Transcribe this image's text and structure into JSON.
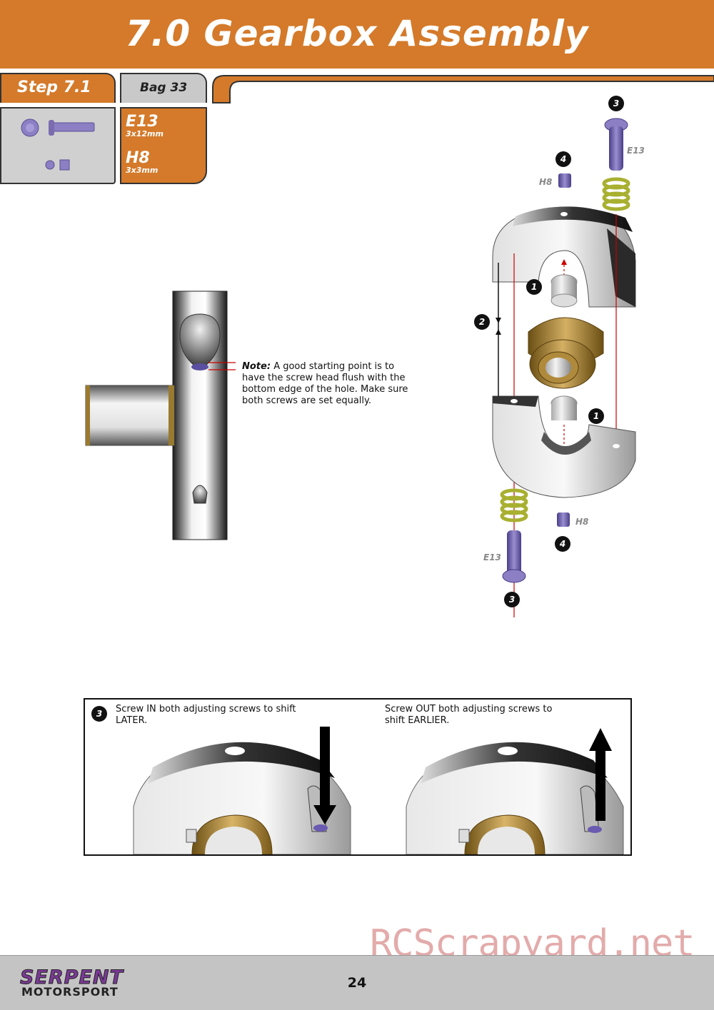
{
  "header": {
    "title": "7.0 Gearbox Assembly"
  },
  "step": {
    "label": "Step 7.1",
    "bag": "Bag 33"
  },
  "parts": [
    {
      "code": "E13",
      "size": "3x12mm"
    },
    {
      "code": "H8",
      "size": "3x3mm"
    }
  ],
  "diagram": {
    "callouts": [
      "3",
      "4",
      "1",
      "2",
      "1",
      "4",
      "3"
    ],
    "part_labels": [
      "E13",
      "H8",
      "H8",
      "E13"
    ]
  },
  "note": {
    "label": "Note:",
    "text": "A good starting point is to have the screw head flush with the bottom edge of the hole. Make sure both screws are set equally."
  },
  "panel": {
    "badge": "3",
    "left_text": "Screw IN both adjusting screws to shift LATER.",
    "right_text": "Screw OUT both adjusting screws to shift EARLIER."
  },
  "footer": {
    "brand_top": "SERPENT",
    "brand_bottom": "MOTORSPORT",
    "page_number": "24"
  },
  "watermark": "RCScrapyard.net",
  "colors": {
    "accent": "#d47a2a",
    "screw": "#7b6cb0",
    "spring": "#c8d24a",
    "bronze": "#b08a3c"
  }
}
